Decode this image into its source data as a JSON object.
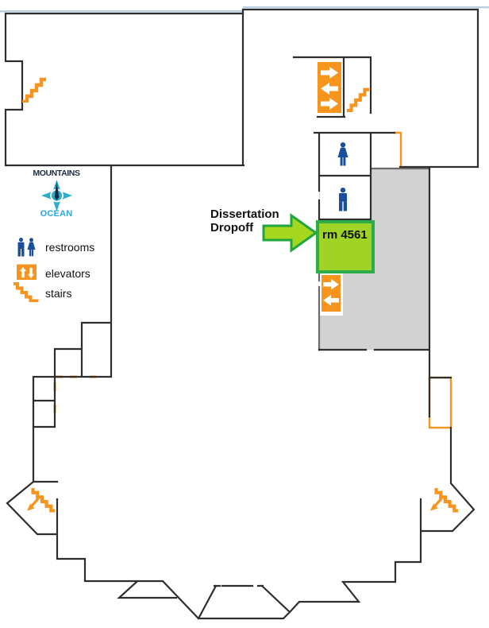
{
  "palette": {
    "wall": "#2e2e2e",
    "wall_gray": "#6b6b6b",
    "highlight": "#b9cfe4",
    "orange": "#F7941E",
    "blue": "#1A4F9C",
    "teal": "#2FAEC8",
    "cyan": "#29A9E0",
    "navy": "#1C2B44",
    "room_fill": "#9FD326",
    "room_border": "#2EAC4A",
    "arrow_fill": "#A6D71F",
    "arrow_border": "#1FA63F",
    "gray_fill": "#D2D2D2",
    "gray_border": "#8A8A8A",
    "text": "#111111"
  },
  "legend": {
    "compass": {
      "icon": "compass-rose-icon",
      "north_label": "MOUNTAINS",
      "south_label": "OCEAN"
    },
    "items": [
      {
        "icon": "restrooms-icon",
        "label": "restrooms"
      },
      {
        "icon": "elevators-icon",
        "label": "elevators"
      },
      {
        "icon": "stairs-icon",
        "label": "stairs"
      }
    ]
  },
  "annotation": {
    "icon": "dropoff-arrow-icon",
    "line1": "Dissertation",
    "line2": "Dropoff"
  },
  "rooms": {
    "dropoff_label": "rm 4561"
  },
  "map_icons": [
    "elevator-bank-icon",
    "stairwell-stairs-icon",
    "womens-restroom-icon",
    "mens-restroom-icon",
    "lower-elevator-icon",
    "left-bay-stairs-icon",
    "right-bay-stairs-icon",
    "upper-left-stairs-icon"
  ]
}
